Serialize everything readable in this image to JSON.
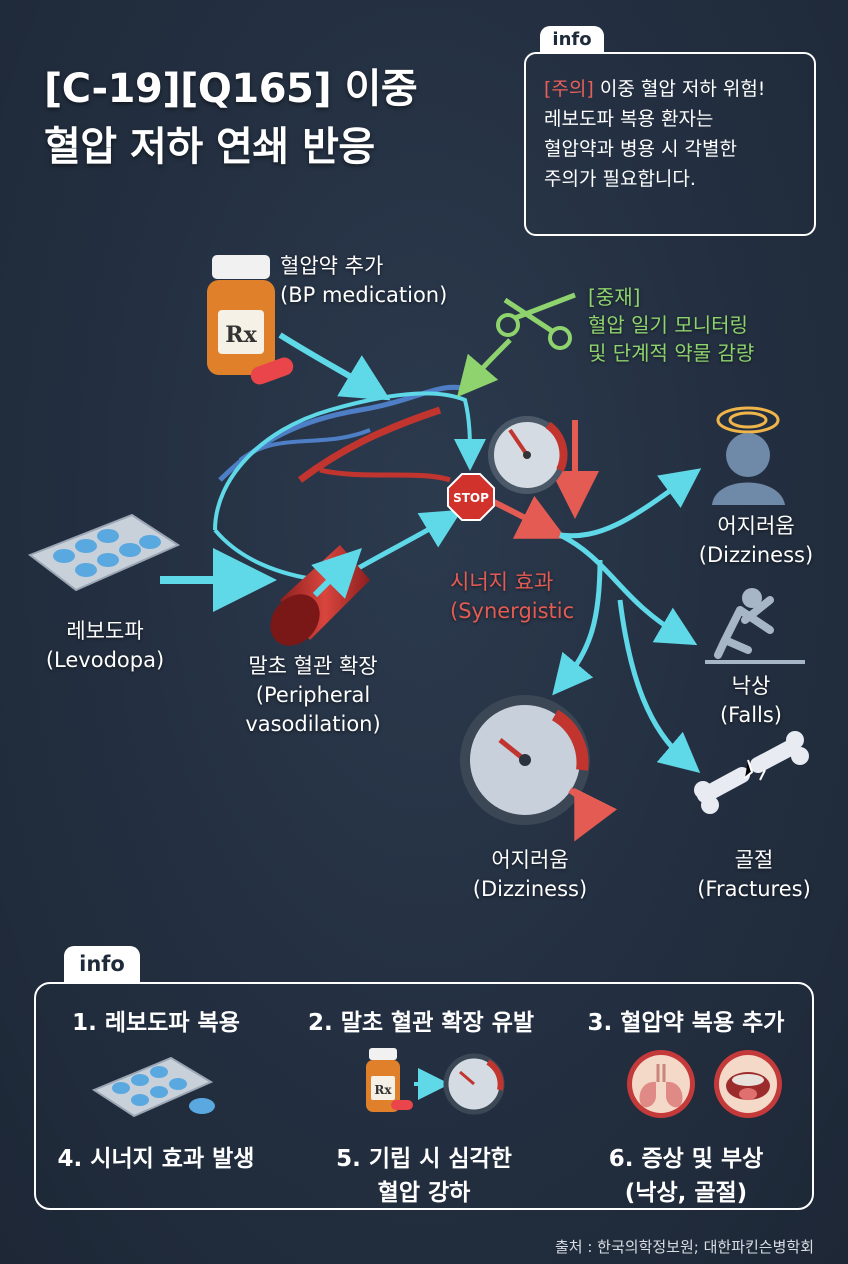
{
  "title": {
    "line1": "[C-19][Q165] 이중",
    "line2": "혈압 저하 연쇄 반응"
  },
  "info_top": {
    "tab": "info",
    "warn_tag": "[주의]",
    "warn_text": " 이중 혈압 저하 위험!",
    "line2": "레보도파 복용 환자는",
    "line3": "혈압약과 병용 시 각별한",
    "line4": "주의가 필요합니다."
  },
  "nodes": {
    "bp_med": {
      "ko": "혈압약 추가",
      "en": "(BP medication)"
    },
    "levodopa": {
      "ko": "레보도파",
      "en": "(Levodopa)"
    },
    "vasodilation": {
      "ko": "말초 혈관 확장",
      "en1": "(Peripheral",
      "en2": "vasodilation)"
    },
    "synergy": {
      "ko": "시너지 효과",
      "en": "(Synergistic"
    },
    "stop": "STOP",
    "intervention": {
      "l1": "[중재]",
      "l2": "혈압 일기 모니터링",
      "l3": "및 단계적 약물 감량"
    },
    "dizzy_right": {
      "ko": "어지러움",
      "en": "(Dizziness)"
    },
    "falls": {
      "ko": "낙상",
      "en": "(Falls)"
    },
    "dizzy_bottom": {
      "ko": "어지러움",
      "en": "(Dizziness)"
    },
    "fractures": {
      "ko": "골절",
      "en": "(Fractures)"
    }
  },
  "info_bottom": {
    "tab": "info",
    "steps": [
      "1. 레보도파 복용",
      "2. 말초 혈관 확장 유발",
      "3. 혈압약 복용 추가",
      "4. 시너지 효과 발생",
      "5. 기립 시 심각한",
      "혈압 강하",
      "6. 증상 및 부상",
      "(낙상, 골절)"
    ]
  },
  "source": "출처 : 한국의학정보원; 대한파킨슨병학회",
  "colors": {
    "background": "#232f40",
    "arrow": "#5fd8e8",
    "warning_red": "#e35b52",
    "intervention_green": "#8ed36d"
  }
}
